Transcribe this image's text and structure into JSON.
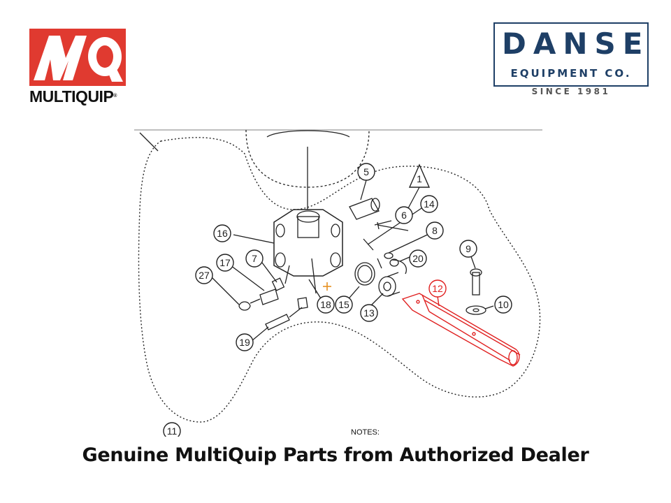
{
  "brand_left": {
    "mark": "MQ",
    "wordmark": "MULTIQUIP",
    "registered": "®",
    "color": "#e03a30"
  },
  "brand_right": {
    "name": "DANSE",
    "subtitle": "EQUIPMENT CO.",
    "since": "SINCE 1981",
    "color": "#1e3f66"
  },
  "diagram": {
    "callouts": [
      "1",
      "5",
      "6",
      "14",
      "8",
      "16",
      "7",
      "17",
      "27",
      "20",
      "9",
      "12",
      "10",
      "15",
      "13",
      "18",
      "19",
      "11"
    ],
    "highlighted_part": "12",
    "highlight_color": "#e02020",
    "notes_label": "NOTES:"
  },
  "caption": "Genuine MultiQuip Parts from Authorized Dealer"
}
